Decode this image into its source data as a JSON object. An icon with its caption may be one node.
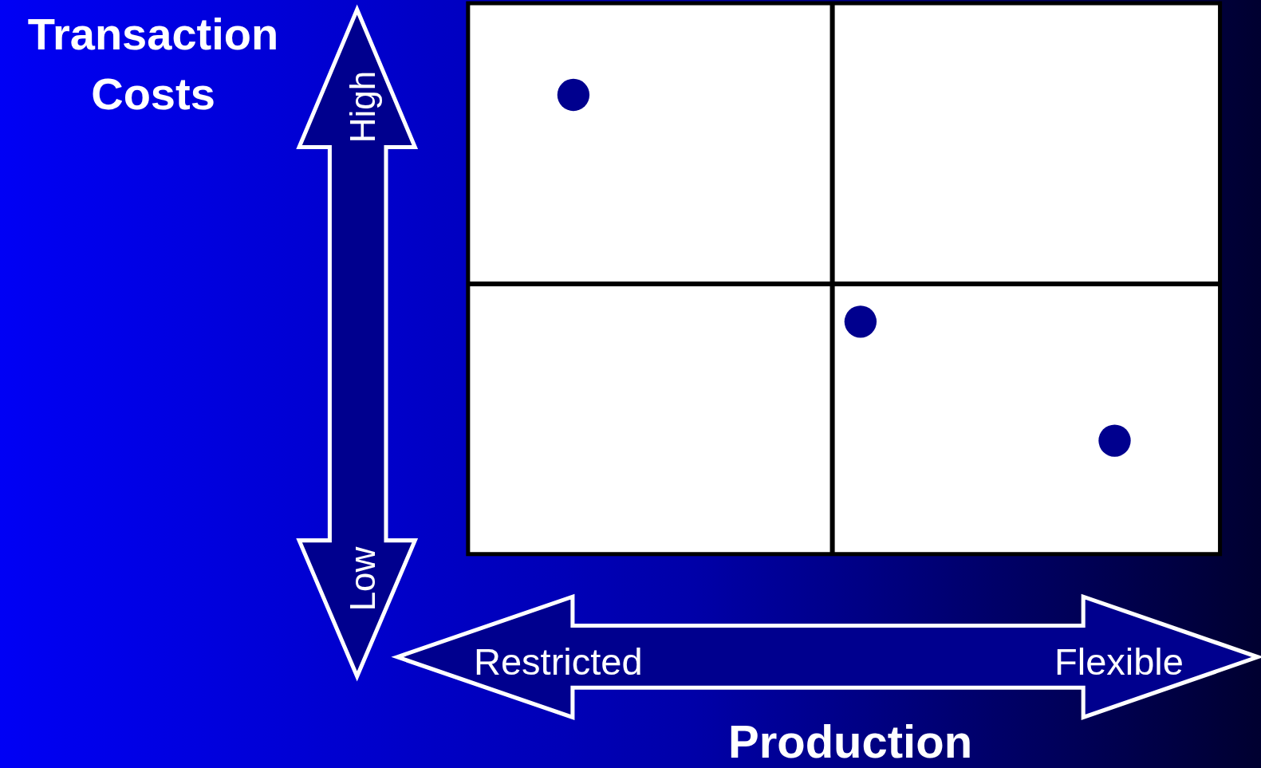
{
  "diagram": {
    "labels": [
      "Transaction Costs",
      "High",
      "Low",
      "Restricted",
      "Flexible",
      "Production"
    ]
  }
}
